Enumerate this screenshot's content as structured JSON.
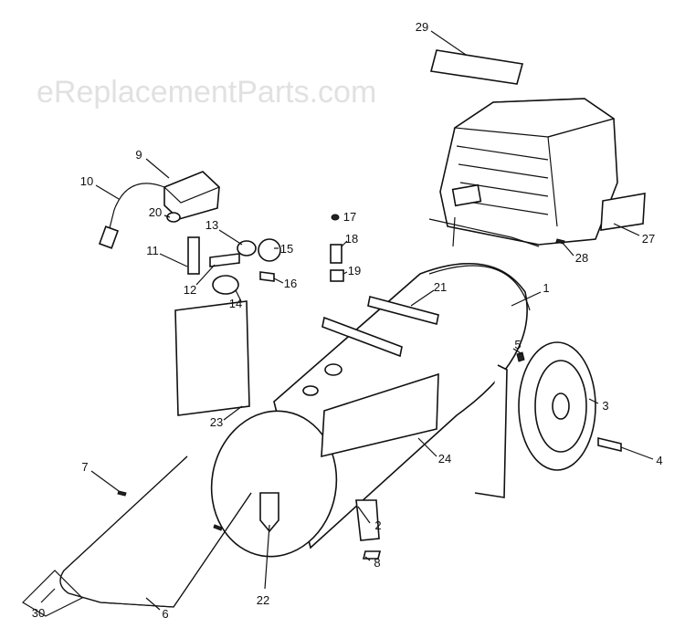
{
  "watermark": "eReplacementParts.com",
  "part_labels": {
    "p1": "1",
    "p2": "2",
    "p3": "3",
    "p4": "4",
    "p5": "5",
    "p6": "6",
    "p7": "7",
    "p8": "8",
    "p9": "9",
    "p10": "10",
    "p11": "11",
    "p12": "12",
    "p13": "13",
    "p14": "14",
    "p15": "15",
    "p16": "16",
    "p17": "17",
    "p18": "18",
    "p19": "19",
    "p20": "20",
    "p21": "21",
    "p22": "22",
    "p23": "23",
    "p24": "24",
    "p27": "27",
    "p28": "28",
    "p29": "29",
    "p30": "30"
  }
}
